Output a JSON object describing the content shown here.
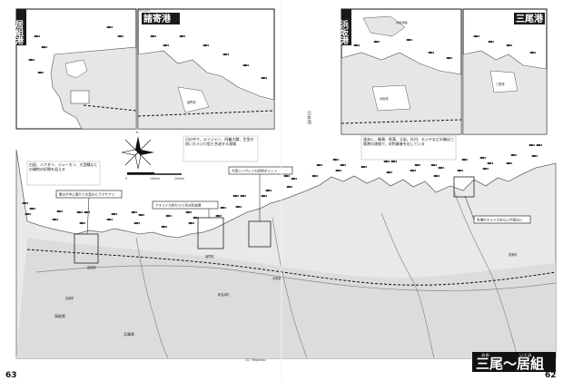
{
  "title": {
    "main": "三尾〜居組",
    "ruby_left": "みお",
    "ruby_right": "いぐみ"
  },
  "pages": {
    "left": "63",
    "right": "62"
  },
  "copyright": "（C）Mapcorp",
  "insets": [
    {
      "id": "igumi",
      "title": "居組港"
    },
    {
      "id": "moroyose",
      "title": "諸寄港",
      "ruby": "もろよせ"
    },
    {
      "id": "hamasaka",
      "title": "浜坂港"
    },
    {
      "id": "mio",
      "title": "三尾港"
    }
  ],
  "sea_label": "日本海",
  "compass": {
    "north": "N",
    "scale_labels": [
      "0",
      "1000m",
      "2000m"
    ]
  },
  "callouts": [
    "春の夕中に限りて大型のヒラマサアリ",
    "アオリイカ釣りで人気の防波堤",
    "大型イシガレイの好釣ポイント",
    "冬場のヤリイカねらいが面白い"
  ],
  "notes": [
    "日の中で、エイジャン、同義大鯖、生型の良い大メジロ型と合流する漁場",
    "白鼠、ハナダイ、ジューカン、大型鰈なとの磯釣の好期を迎える",
    "週末に、磯潮、馬落、立岩、礼村、モジヤなどの磯は三尾港の連絡で、好釣業者を出している"
  ],
  "places": {
    "prefecture_tottori": "鳥取県",
    "prefecture_hyogo": "兵庫県",
    "town_iwami": "岩美町",
    "town_shinonsen": "新温泉町",
    "station_igumi": "居組駅",
    "station_moroyose": "諸寄駅",
    "station_hamasaka": "浜坂駅",
    "town_kasumi": "香美町",
    "port_moroyose": "諸寄港",
    "port_hamasaka": "浜坂港",
    "port_mio": "三尾港",
    "office": "浜坂漁協"
  }
}
